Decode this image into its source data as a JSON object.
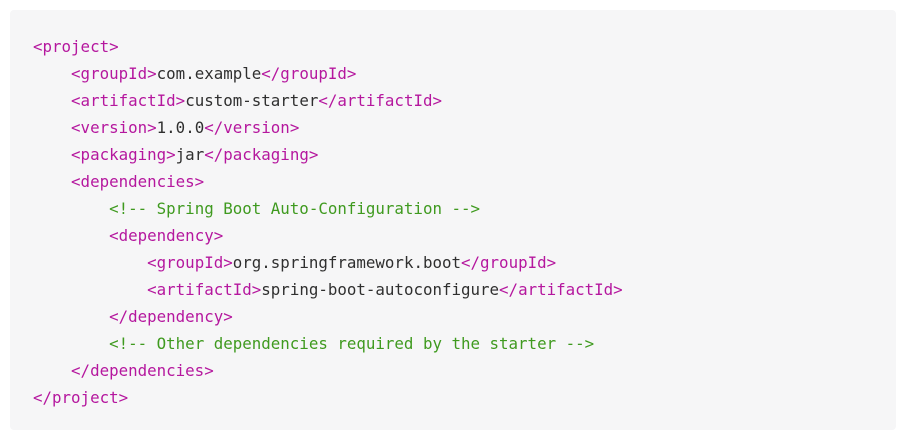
{
  "code": {
    "language": "xml",
    "colors": {
      "tag": "#b5179e",
      "text": "#2f2f2f",
      "comment": "#3f9a1f",
      "background": "#f6f6f7"
    },
    "lines": [
      {
        "indent": "",
        "segments": [
          {
            "t": "tag",
            "v": "<project>"
          }
        ]
      },
      {
        "indent": "    ",
        "segments": [
          {
            "t": "tag",
            "v": "<groupId>"
          },
          {
            "t": "text",
            "v": "com.example"
          },
          {
            "t": "tag",
            "v": "</groupId>"
          }
        ]
      },
      {
        "indent": "    ",
        "segments": [
          {
            "t": "tag",
            "v": "<artifactId>"
          },
          {
            "t": "text",
            "v": "custom-starter"
          },
          {
            "t": "tag",
            "v": "</artifactId>"
          }
        ]
      },
      {
        "indent": "    ",
        "segments": [
          {
            "t": "tag",
            "v": "<version>"
          },
          {
            "t": "text",
            "v": "1.0.0"
          },
          {
            "t": "tag",
            "v": "</version>"
          }
        ]
      },
      {
        "indent": "    ",
        "segments": [
          {
            "t": "tag",
            "v": "<packaging>"
          },
          {
            "t": "text",
            "v": "jar"
          },
          {
            "t": "tag",
            "v": "</packaging>"
          }
        ]
      },
      {
        "indent": "    ",
        "segments": [
          {
            "t": "tag",
            "v": "<dependencies>"
          }
        ]
      },
      {
        "indent": "        ",
        "segments": [
          {
            "t": "comment",
            "v": "<!-- Spring Boot Auto-Configuration -->"
          }
        ]
      },
      {
        "indent": "        ",
        "segments": [
          {
            "t": "tag",
            "v": "<dependency>"
          }
        ]
      },
      {
        "indent": "            ",
        "segments": [
          {
            "t": "tag",
            "v": "<groupId>"
          },
          {
            "t": "text",
            "v": "org.springframework.boot"
          },
          {
            "t": "tag",
            "v": "</groupId>"
          }
        ]
      },
      {
        "indent": "            ",
        "segments": [
          {
            "t": "tag",
            "v": "<artifactId>"
          },
          {
            "t": "text",
            "v": "spring-boot-autoconfigure"
          },
          {
            "t": "tag",
            "v": "</artifactId>"
          }
        ]
      },
      {
        "indent": "        ",
        "segments": [
          {
            "t": "tag",
            "v": "</dependency>"
          }
        ]
      },
      {
        "indent": "        ",
        "segments": [
          {
            "t": "comment",
            "v": "<!-- Other dependencies required by the starter -->"
          }
        ]
      },
      {
        "indent": "    ",
        "segments": [
          {
            "t": "tag",
            "v": "</dependencies>"
          }
        ]
      },
      {
        "indent": "",
        "segments": [
          {
            "t": "tag",
            "v": "</project>"
          }
        ]
      }
    ]
  }
}
